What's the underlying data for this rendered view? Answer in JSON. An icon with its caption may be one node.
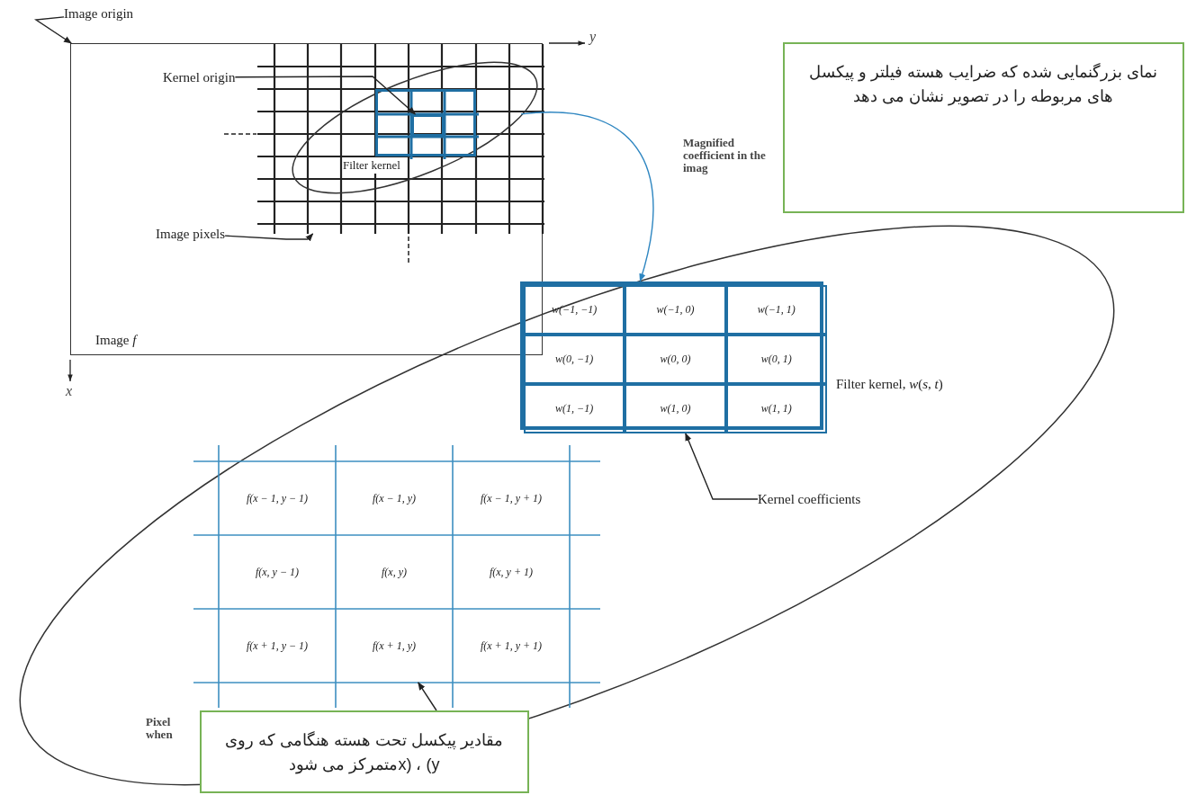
{
  "diagram": {
    "nodes": [
      {
        "text": [
          "Image origin"
        ]
      },
      {
        "text": [
          "Image *f*"
        ]
      },
      {
        "text": [
          "Kernel origin"
        ],
        "in": 1
      },
      {
        "text": [],
        "shape": "box",
        "in": 1
      },
      {
        "text": [
          "Filter kernel"
        ],
        "in": 3
      },
      {
        "text": [],
        "shape": "box",
        "in": 4
      },
      {
        "text": [],
        "shape": "box",
        "in": 5
      },
      {
        "text": [
          "Image pixels"
        ],
        "in": 1
      },
      {
        "text": [
          "نمای بزرگنمایی شده که ضرایب هسته فیلتر و پیکسل های مربوطه را در تصویر نشان می دهد"
        ]
      },
      {
        "text": [],
        "shape": "ellipse"
      },
      {
        "text": [],
        "shape": "box",
        "in": 9,
        "beside": [
          "Filter kernel, *w*(*s*, *t*)"
        ]
      },
      {
        "text": [
          "w(−1, −1)"
        ],
        "in": 10
      },
      {
        "text": [
          "w(−1, 0)"
        ],
        "in": 10
      },
      {
        "text": [
          "w(−1, 1)"
        ],
        "in": 10
      },
      {
        "text": [
          "w(0, −1)"
        ],
        "in": 10
      },
      {
        "text": [
          "w(0, 0)"
        ],
        "in": 10
      },
      {
        "text": [
          "w(0, 1)"
        ],
        "in": 10
      },
      {
        "text": [
          "w(1, −1)"
        ],
        "in": 10
      },
      {
        "text": [
          "w(1, 0)"
        ],
        "in": 10
      },
      {
        "text": [
          "w(1, 1)"
        ],
        "in": 10
      },
      {
        "text": [
          "Kernel coefficients"
        ],
        "in": 9
      },
      {
        "text": [],
        "shape": "box",
        "in": 9
      },
      {
        "text": [
          "f(x − 1, y − 1)"
        ],
        "in": 21
      },
      {
        "text": [
          "f(x − 1, y)"
        ],
        "in": 21
      },
      {
        "text": [
          "f(x − 1, y + 1)"
        ],
        "in": 21
      },
      {
        "text": [
          "f(x, y − 1)"
        ],
        "in": 21
      },
      {
        "text": [
          "f(x, y)"
        ],
        "in": 21
      },
      {
        "text": [
          "f(x, y + 1)"
        ],
        "in": 21
      },
      {
        "text": [
          "f(x + 1, y − 1)"
        ],
        "in": 21
      },
      {
        "text": [
          "f(x + 1, y)"
        ],
        "in": 21
      },
      {
        "text": [
          "f(x + 1, y + 1)"
        ],
        "in": 21
      },
      {
        "text": [
          "مقادیر پیکسل تحت هسته هنگامی که روی x) ، (yمتمرکز می شود"
        ]
      }
    ],
    "edges": [
      {
        "from": 0,
        "to": 1,
        "arrow": "to"
      },
      {
        "from": 2,
        "to": 6,
        "arrow": "to"
      },
      {
        "from": 7,
        "to": 3,
        "arrow": "to"
      },
      {
        "from": 4,
        "to": 9,
        "arrow": "to",
        "color": "#2e86c1"
      },
      {
        "from": 20,
        "to": 18,
        "arrow": "to"
      },
      {
        "from": 31,
        "to": 29,
        "arrow": "to"
      }
    ],
    "labels": [
      "y",
      "x",
      "Magnified coefficient in the imag",
      "Pixel when"
    ]
  }
}
